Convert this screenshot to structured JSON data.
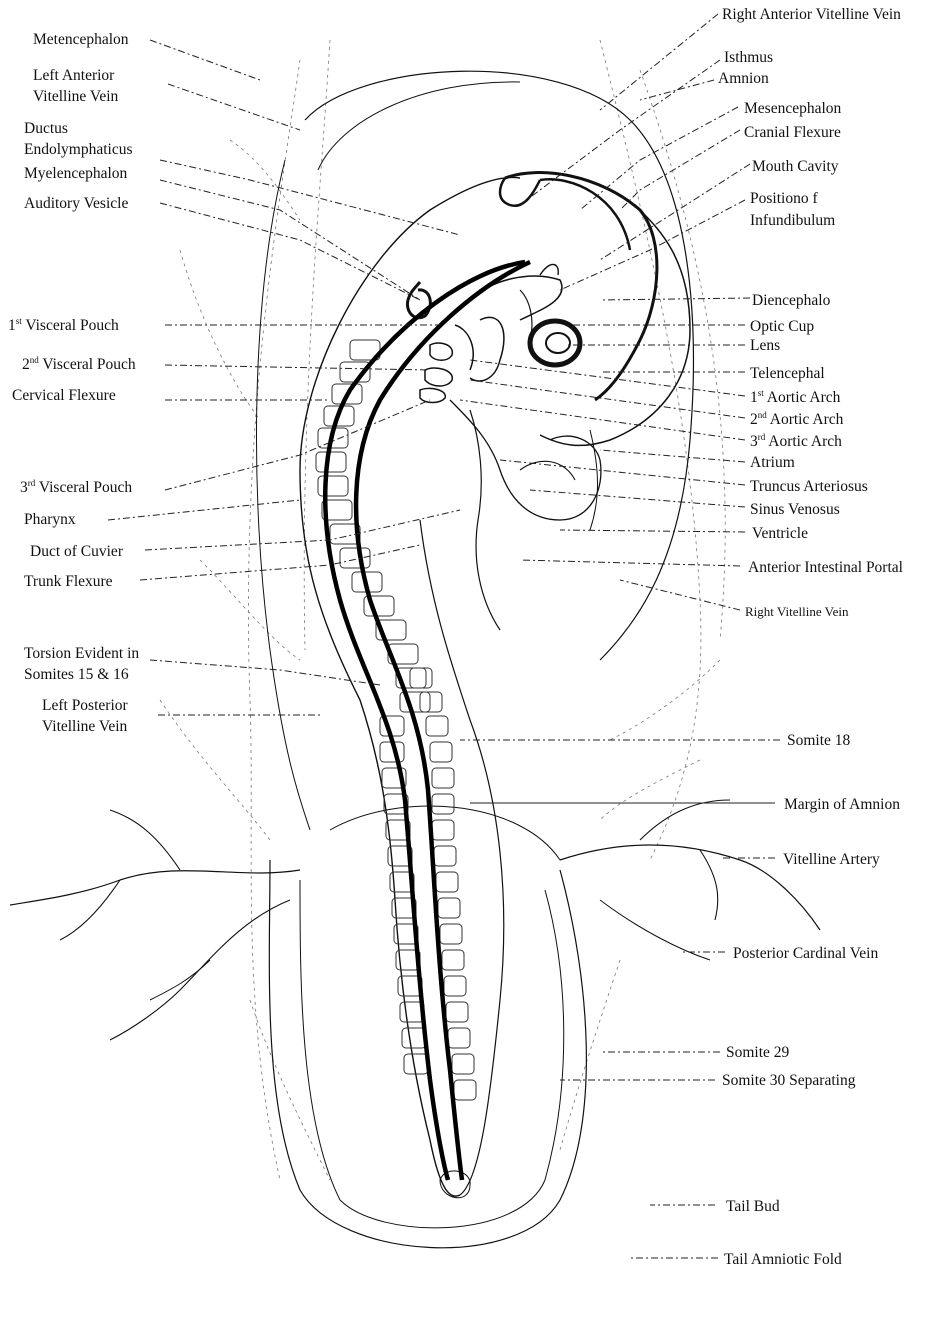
{
  "labels_left": [
    {
      "id": "metencephalon",
      "text": "Metencephalon"
    },
    {
      "id": "left-anterior-vitelline-vein",
      "lines": [
        "Left Anterior",
        "Vitelline Vein"
      ]
    },
    {
      "id": "ductus-endolymphaticus",
      "lines": [
        "Ductus",
        "Endolymphaticus"
      ]
    },
    {
      "id": "myelencephalon",
      "text": "Myelencephalon"
    },
    {
      "id": "auditory-vesicle",
      "text": "Auditory Vesicle"
    },
    {
      "id": "visceral-pouch-1",
      "num": "1",
      "sup": "st",
      "rest": " Visceral Pouch"
    },
    {
      "id": "visceral-pouch-2",
      "num": "2",
      "sup": "nd",
      "rest": " Visceral Pouch"
    },
    {
      "id": "cervical-flexure",
      "text": "Cervical Flexure"
    },
    {
      "id": "visceral-pouch-3",
      "num": "3",
      "sup": "rd",
      "rest": " Visceral Pouch"
    },
    {
      "id": "pharynx",
      "text": "Pharynx"
    },
    {
      "id": "duct-of-cuvier",
      "text": "Duct of Cuvier"
    },
    {
      "id": "trunk-flexure",
      "text": "Trunk Flexure"
    },
    {
      "id": "torsion",
      "lines": [
        "Torsion Evident in",
        "Somites 15 & 16"
      ]
    },
    {
      "id": "left-posterior-vitelline-vein",
      "lines": [
        "Left Posterior",
        "Vitelline Vein"
      ]
    }
  ],
  "labels_right": [
    {
      "id": "right-anterior-vitelline-vein",
      "text": "Right Anterior Vitelline Vein"
    },
    {
      "id": "isthmus",
      "text": "Isthmus"
    },
    {
      "id": "amnion",
      "text": "Amnion"
    },
    {
      "id": "mesencephalon",
      "text": "Mesencephalon"
    },
    {
      "id": "cranial-flexure",
      "text": "Cranial Flexure"
    },
    {
      "id": "mouth-cavity",
      "text": "Mouth Cavity"
    },
    {
      "id": "position-infundibulum",
      "lines": [
        "Positiono f",
        "Infundibulum"
      ]
    },
    {
      "id": "diencephalo",
      "text": "Diencephalo"
    },
    {
      "id": "optic-cup",
      "text": "Optic Cup"
    },
    {
      "id": "lens",
      "text": "Lens"
    },
    {
      "id": "telencephal",
      "text": "Telencephal"
    },
    {
      "id": "aortic-arch-1",
      "num": "1",
      "sup": "st",
      "rest": " Aortic Arch"
    },
    {
      "id": "aortic-arch-2",
      "num": "2",
      "sup": "nd",
      "rest": " Aortic Arch"
    },
    {
      "id": "aortic-arch-3",
      "num": "3",
      "sup": "rd",
      "rest": " Aortic Arch"
    },
    {
      "id": "atrium",
      "text": "Atrium"
    },
    {
      "id": "truncus-arteriosus",
      "text": "Truncus Arteriosus"
    },
    {
      "id": "sinus-venosus",
      "text": "Sinus Venosus"
    },
    {
      "id": "ventricle",
      "text": "Ventricle"
    },
    {
      "id": "anterior-intestinal-portal",
      "text": "Anterior Intestinal Portal"
    },
    {
      "id": "right-vitelline-vein",
      "text": "Right Vitelline Vein"
    },
    {
      "id": "somite-18",
      "text": "Somite 18"
    },
    {
      "id": "margin-of-amnion",
      "text": "Margin of Amnion"
    },
    {
      "id": "vitelline-artery",
      "text": "Vitelline Artery"
    },
    {
      "id": "posterior-cardinal-vein",
      "text": "Posterior Cardinal Vein"
    },
    {
      "id": "somite-29",
      "text": "Somite 29"
    },
    {
      "id": "somite-30",
      "text": "Somite 30 Separating"
    },
    {
      "id": "tail-bud",
      "text": "Tail Bud"
    },
    {
      "id": "tail-amniotic-fold",
      "text": "Tail Amniotic Fold"
    }
  ]
}
